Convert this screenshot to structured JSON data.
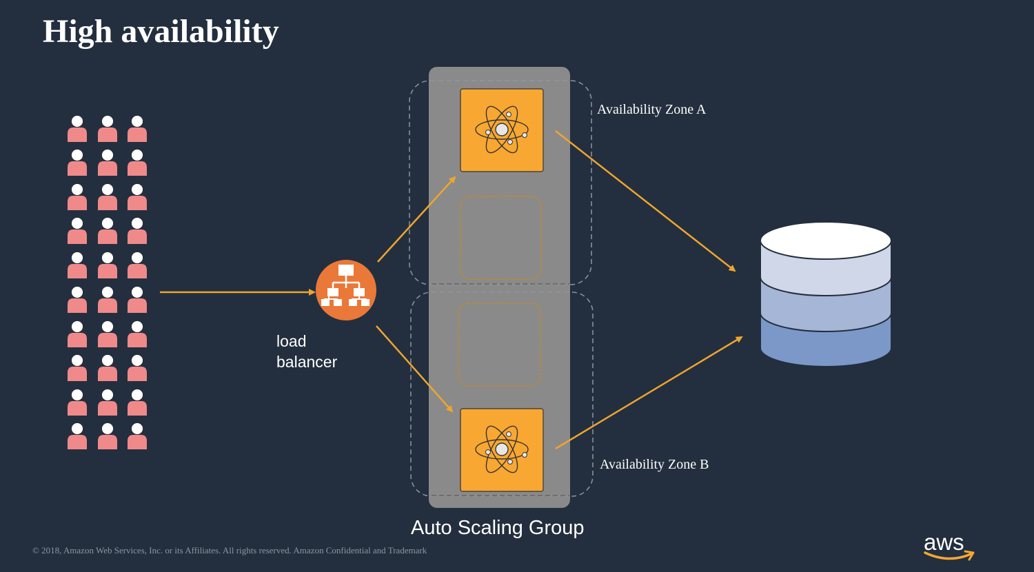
{
  "title": "High availability",
  "load_balancer": {
    "label_line1": "load",
    "label_line2": "balancer",
    "icon": "load-balancer-hierarchy-icon"
  },
  "zones": {
    "a_label": "Availability Zone A",
    "b_label": "Availability Zone B"
  },
  "auto_scaling_group": {
    "label": "Auto Scaling Group",
    "instance_icon": "atom-instance-icon"
  },
  "users": {
    "rows": 10,
    "columns": 3,
    "icon": "user-icon"
  },
  "database": {
    "icon": "database-cylinder-icon"
  },
  "footer": "© 2018, Amazon Web Services, Inc. or its Affiliates. All rights reserved. Amazon Confidential and Trademark",
  "logo": {
    "text": "aws"
  },
  "colors": {
    "background": "#232f3e",
    "accent_orange": "#f8a732",
    "arrow": "#f0a52e",
    "user": "#f08a8a",
    "load_balancer": "#ea7838",
    "asg_band": "#8a8a8a",
    "db_top": "#ffffff",
    "db_layer1": "#cfd7e8",
    "db_layer2": "#a5b6d6",
    "db_layer3": "#7b98c9"
  }
}
